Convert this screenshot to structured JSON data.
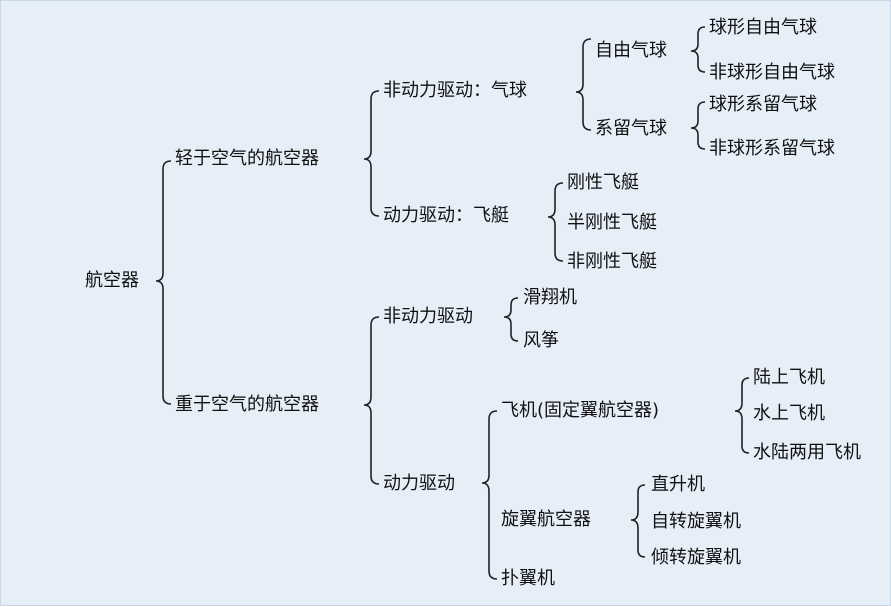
{
  "root": "航空器",
  "lighter": {
    "label": "轻于空气的航空器",
    "nonpowered": {
      "label": "非动力驱动：气球",
      "free": {
        "label": "自由气球",
        "sphere": "球形自由气球",
        "nonsphere": "非球形自由气球"
      },
      "tethered": {
        "label": "系留气球",
        "sphere": "球形系留气球",
        "nonsphere": "非球形系留气球"
      }
    },
    "powered": {
      "label": "动力驱动：飞艇",
      "items": [
        "刚性飞艇",
        "半刚性飞艇",
        "非刚性飞艇"
      ]
    }
  },
  "heavier": {
    "label": "重于空气的航空器",
    "nonpowered": {
      "label": "非动力驱动",
      "items": [
        "滑翔机",
        "风筝"
      ]
    },
    "powered": {
      "label": "动力驱动",
      "airplane": {
        "label": "飞机(固定翼航空器)",
        "items": [
          "陆上飞机",
          "水上飞机",
          "水陆两用飞机"
        ]
      },
      "rotorcraft": {
        "label": "旋翼航空器",
        "items": [
          "直升机",
          "自转旋翼机",
          "倾转旋翼机"
        ]
      },
      "ornithopter": "扑翼机"
    }
  }
}
